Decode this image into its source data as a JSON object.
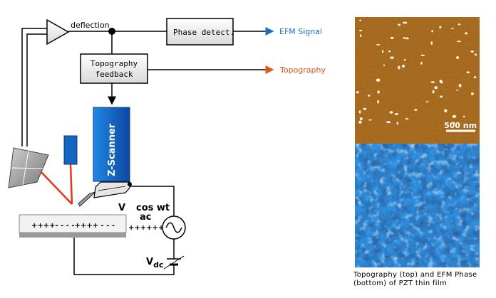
{
  "diagram": {
    "deflection_label": "deflection",
    "phase_detect_label": "Phase detect.",
    "efm_signal_label": "EFM Signal",
    "topography_feedback_line1": "Topography",
    "topography_feedback_line2": "feedback",
    "topography_output_label": "Topography",
    "z_scanner_label": "Z-Scanner",
    "v_label": "V",
    "ac_label_line1": "cos wt",
    "ac_label_line2": "ac",
    "charges_left": "++++- - - -++++ - - -",
    "charges_right": "++++++",
    "vdc_label": "V",
    "vdc_subscript": "dc"
  },
  "images": {
    "scale_bar_label": "500 nm",
    "caption_line1": "Topography (top) and EFM Phase",
    "caption_line2": "(bottom) of PZT thin film"
  },
  "colors": {
    "efm_signal": "#1a6fc4",
    "topography_output": "#e0551b",
    "z_scanner": "#1565c0",
    "laser": "#e8341c",
    "topography_image": "#a9651c",
    "efm_image": "#2f8fe0"
  }
}
